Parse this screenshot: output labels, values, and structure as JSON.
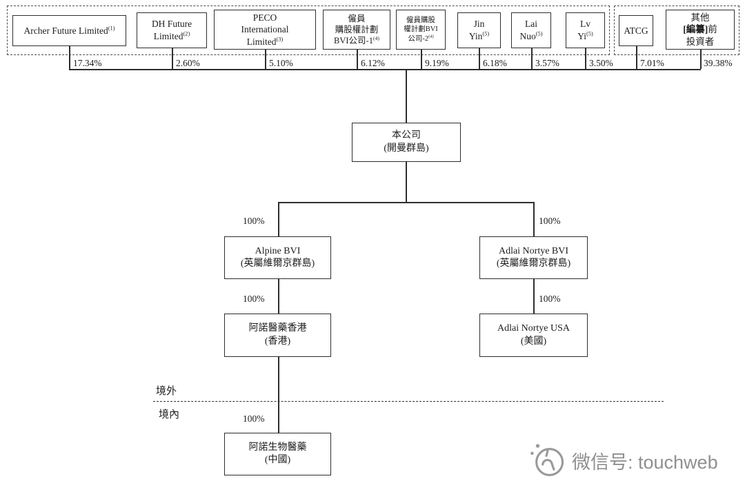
{
  "shareholders": [
    {
      "lines": [
        "Archer Future Limited"
      ],
      "note": "(1)",
      "pct": "17.34%"
    },
    {
      "lines": [
        "DH Future",
        "Limited"
      ],
      "note": "(2)",
      "pct": "2.60%"
    },
    {
      "lines": [
        "PECO",
        "International",
        "Limited"
      ],
      "note": "(3)",
      "pct": "5.10%"
    },
    {
      "lines": [
        "僱員",
        "購股權計劃",
        "BVI公司-1"
      ],
      "note": "(4)",
      "pct": "6.12%"
    },
    {
      "lines": [
        "僱員購股",
        "權計劃BVI",
        "公司-2"
      ],
      "note": "(4)",
      "pct": "9.19%"
    },
    {
      "lines": [
        "Jin",
        "Yin"
      ],
      "note": "(5)",
      "pct": "6.18%"
    },
    {
      "lines": [
        "Lai",
        "Nuo"
      ],
      "note": "(5)",
      "pct": "3.57%"
    },
    {
      "lines": [
        "Lv",
        "Yi"
      ],
      "note": "(5)",
      "pct": "3.50%"
    },
    {
      "lines": [
        "ATCG"
      ],
      "note": "",
      "pct": "7.01%"
    },
    {
      "lines": [
        "其他",
        "前",
        "投資者"
      ],
      "bold": "[編纂]",
      "note": "",
      "pct": "39.38%"
    }
  ],
  "company": {
    "name": "本公司",
    "location": "(開曼群島)"
  },
  "subsidiaries": {
    "alpine": {
      "name": "Alpine BVI",
      "location": "(英屬維爾京群島)",
      "pct": "100%"
    },
    "adlai_bvi": {
      "name": "Adlai Nortye BVI",
      "location": "(英屬維爾京群島)",
      "pct": "100%"
    },
    "hk": {
      "name": "阿諾醫藥香港",
      "location": "(香港)",
      "pct": "100%"
    },
    "usa": {
      "name": "Adlai Nortye USA",
      "location": "(美國)",
      "pct": "100%"
    },
    "china": {
      "name": "阿諾生物醫藥",
      "location": "(中國)",
      "pct": "100%"
    }
  },
  "boundary": {
    "offshore": "境外",
    "onshore": "境內"
  },
  "watermark": {
    "label": "微信号: touchweb"
  },
  "colors": {
    "line": "#2d2d2d",
    "watermark": "#8f8f8f"
  }
}
